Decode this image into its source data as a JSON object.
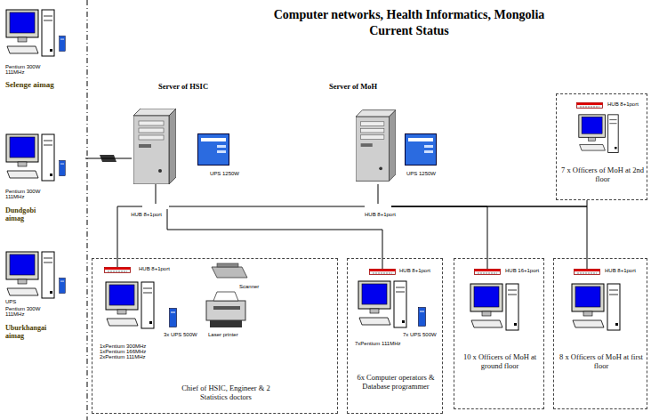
{
  "diagram": {
    "title": "Computer networks, Health Informatics, Mongolia Current Status",
    "nodes": [
      {
        "text": [
          "Pentium 300W 111MHz",
          "Selenge aimag"
        ]
      },
      {
        "text": [
          "Pentium 300W 111MHz",
          "Dundgobi aimag"
        ]
      },
      {
        "text": [
          "UPS",
          "Pentium 300W 111MHz",
          "Uburkhangai aimag"
        ]
      },
      {
        "text": [
          "Server of HSIC",
          "UPS 1250W"
        ]
      },
      {
        "text": [
          "Server of MoH",
          "UPS 1250W"
        ]
      },
      {
        "text": [
          "HUB 8+1port",
          "7 x Officers of MoH at 2nd floor"
        ]
      },
      {
        "text": [
          "HUB 8+1port"
        ]
      },
      {
        "text": [
          "HUB 8+1port"
        ]
      },
      {
        "text": [
          "HUB 8+1port",
          "Scanner",
          "3x UPS 500W",
          "Laser printer",
          "1xPentium 300MHz 1xPentium 166MHz 2xPentium 111MHz",
          "Chief of HSIC, Engineer & 2 Statistics doctors"
        ]
      },
      {
        "text": [
          "HUB 8+1port",
          "7xPentium 111MHz",
          "7x UPS 500W",
          "6x Computer operators & Database programmer"
        ]
      },
      {
        "text": [
          "HUB 16+1port",
          "10 x Officers of MoH at ground floor"
        ]
      },
      {
        "text": [
          "HUB 8+1port",
          "8 x Officers of MoH at first floor"
        ]
      }
    ],
    "edges": [
      {
        "from": 3,
        "to": 6,
        "arrow": "none"
      },
      {
        "from": 4,
        "to": 7,
        "arrow": "none"
      },
      {
        "from": 6,
        "to": 7,
        "arrow": "none"
      },
      {
        "from": 6,
        "to": 8,
        "arrow": "none"
      },
      {
        "from": 6,
        "to": 9,
        "arrow": "none"
      },
      {
        "from": 7,
        "to": 10,
        "arrow": "none"
      },
      {
        "from": 7,
        "to": 11,
        "arrow": "none"
      },
      {
        "from": 7,
        "to": 5,
        "arrow": "none"
      },
      {
        "from": 1,
        "to": 3,
        "arrow": "none"
      }
    ]
  }
}
